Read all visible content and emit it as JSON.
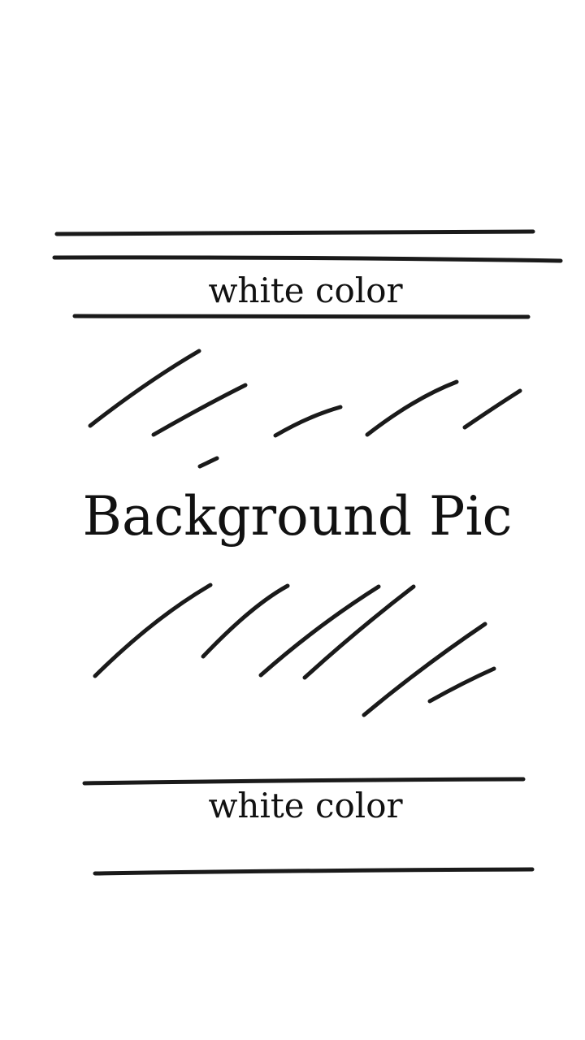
{
  "colors": {
    "background": "#ffffff",
    "ink": "#1a1a1a",
    "text": "#111111"
  },
  "labels": {
    "top_band": "white color",
    "middle": "Background Pic",
    "bottom_band": "white color"
  }
}
